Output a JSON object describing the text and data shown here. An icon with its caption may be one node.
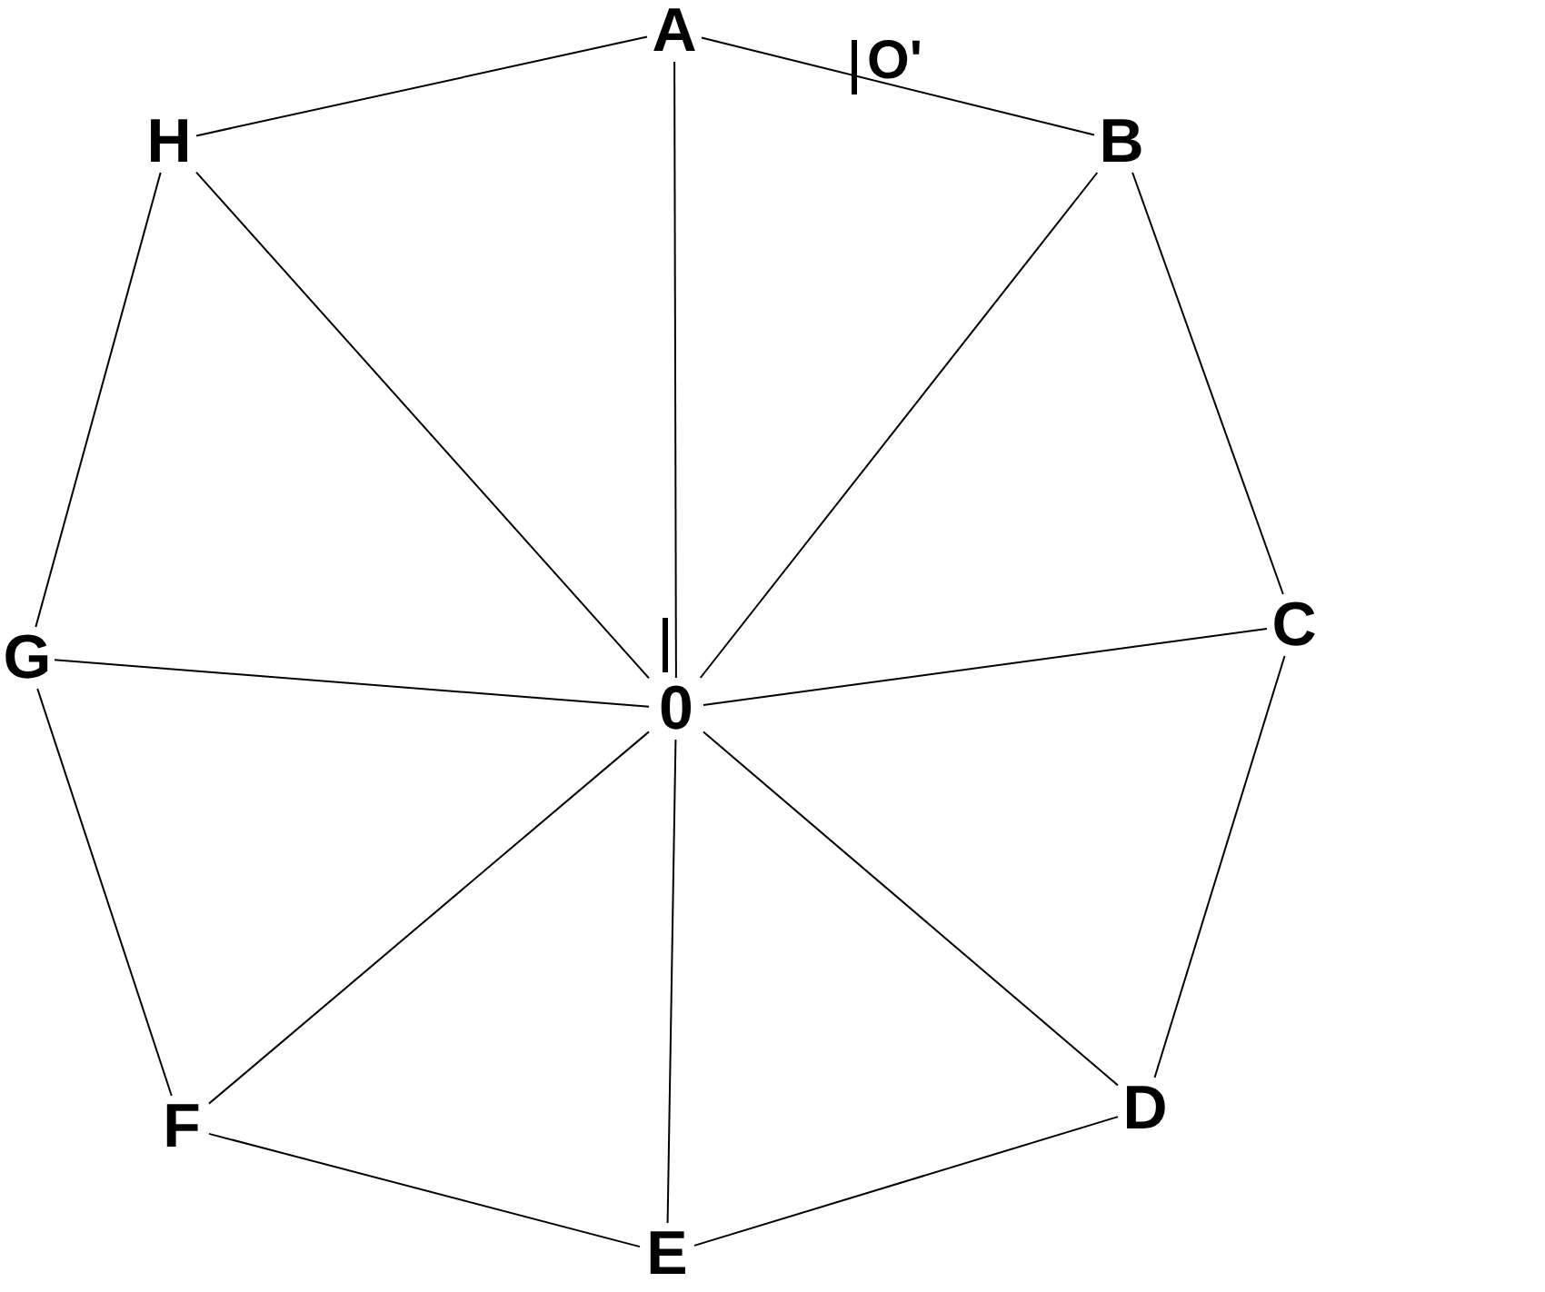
{
  "diagram": {
    "nodes": [
      {
        "text": [
          "A"
        ]
      },
      {
        "text": [
          "B"
        ]
      },
      {
        "text": [
          "C"
        ]
      },
      {
        "text": [
          "D"
        ]
      },
      {
        "text": [
          "E"
        ]
      },
      {
        "text": [
          "F"
        ]
      },
      {
        "text": [
          "G"
        ]
      },
      {
        "text": [
          "H"
        ]
      },
      {
        "text": [
          "0"
        ]
      }
    ],
    "edges": [
      {
        "from": 0,
        "to": 1,
        "arrow": "none"
      },
      {
        "from": 1,
        "to": 2,
        "arrow": "none"
      },
      {
        "from": 2,
        "to": 3,
        "arrow": "none"
      },
      {
        "from": 3,
        "to": 4,
        "arrow": "none"
      },
      {
        "from": 4,
        "to": 5,
        "arrow": "none"
      },
      {
        "from": 5,
        "to": 6,
        "arrow": "none"
      },
      {
        "from": 6,
        "to": 7,
        "arrow": "none"
      },
      {
        "from": 7,
        "to": 0,
        "arrow": "none"
      },
      {
        "from": 8,
        "to": 0,
        "arrow": "none"
      },
      {
        "from": 8,
        "to": 1,
        "arrow": "none"
      },
      {
        "from": 8,
        "to": 2,
        "arrow": "none"
      },
      {
        "from": 8,
        "to": 3,
        "arrow": "none"
      },
      {
        "from": 8,
        "to": 4,
        "arrow": "none"
      },
      {
        "from": 8,
        "to": 5,
        "arrow": "none"
      },
      {
        "from": 8,
        "to": 6,
        "arrow": "none"
      },
      {
        "from": 8,
        "to": 7,
        "arrow": "none"
      }
    ],
    "labels": [
      "O'"
    ]
  }
}
